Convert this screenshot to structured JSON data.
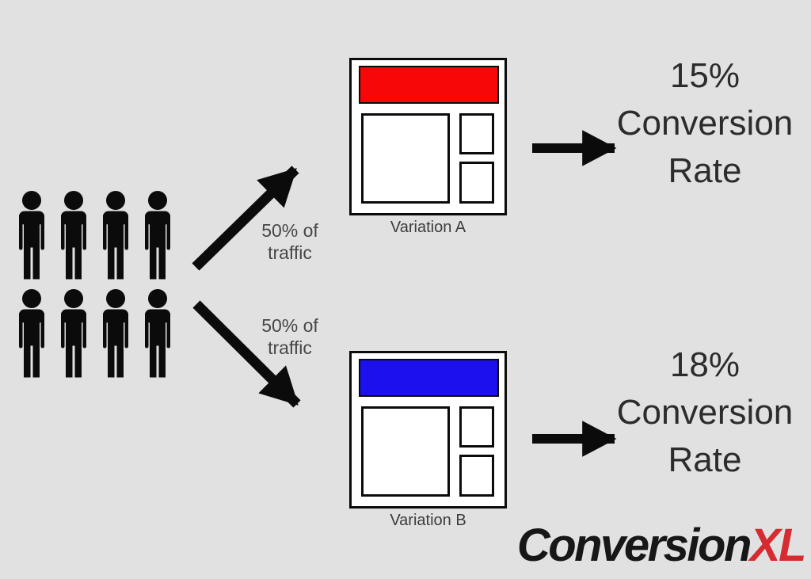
{
  "background_color": "#e1e1e1",
  "audience": {
    "count": 8,
    "rows": 2,
    "per_row": 4,
    "icon": "person-icon",
    "icon_color": "#0b0b0b"
  },
  "split": {
    "top": {
      "line1": "50% of",
      "line2": "traffic"
    },
    "bottom": {
      "line1": "50% of",
      "line2": "traffic"
    }
  },
  "variations": {
    "a": {
      "label": "Variation A",
      "header_color": "#f70707"
    },
    "b": {
      "label": "Variation B",
      "header_color": "#1c11ee"
    }
  },
  "results": {
    "a": {
      "value": "15%",
      "line2": "Conversion",
      "line3": "Rate"
    },
    "b": {
      "value": "18%",
      "line2": "Conversion",
      "line3": "Rate"
    }
  },
  "logo": {
    "text_black": "Conversion",
    "text_red": "XL",
    "red_color": "#d62b30"
  }
}
